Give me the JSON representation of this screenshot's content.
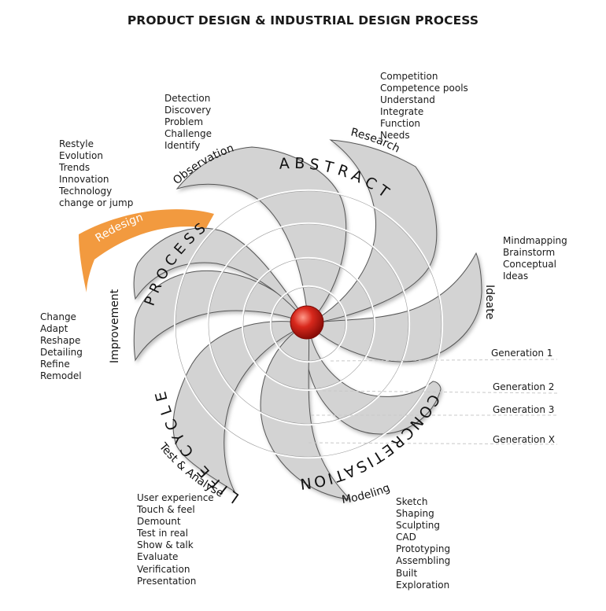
{
  "title": "PRODUCT DESIGN & INDUSTRIAL DESIGN PROCESS",
  "colors": {
    "blade_fill": "#d3d3d3",
    "blade_stroke": "#555555",
    "accent_orange": "#f29a3f",
    "hub_red": "#c8201a"
  },
  "phases": {
    "abstract": "ABSTRACT",
    "concretisation": "CONCRETISATION",
    "life_cycle": "LIFE CYCLE",
    "process": "PROCESS"
  },
  "steps": {
    "observation": "Observation",
    "research": "Research",
    "ideate": "Ideate",
    "modeling": "Modeling",
    "test": "Test & Analyse",
    "improvement": "Improvement",
    "redesign": "Redesign"
  },
  "lists": {
    "observation": [
      "Detection",
      "Discovery",
      "Problem",
      "Challenge",
      "Identify"
    ],
    "research": [
      "Competition",
      "Competence pools",
      "Understand",
      "Integrate",
      "Function",
      "Needs"
    ],
    "redesign": [
      "Restyle",
      "Evolution",
      "Trends",
      "Innovation",
      "Technology",
      "change or jump"
    ],
    "ideate": [
      "Mindmapping",
      "Brainstorm",
      "Conceptual",
      "Ideas"
    ],
    "improvement": [
      "Change",
      "Adapt",
      "Reshape",
      "Detailing",
      "Refine",
      "Remodel"
    ],
    "test": [
      "User experience",
      "Touch & feel",
      "Demount",
      "Test in real",
      "Show & talk",
      "Evaluate",
      "Verification",
      "Presentation"
    ],
    "modeling": [
      "Sketch",
      "Shaping",
      "Sculpting",
      "CAD",
      "Prototyping",
      "Assembling",
      "Built",
      "Exploration"
    ]
  },
  "generations": [
    "Generation 1",
    "Generation 2",
    "Generation 3",
    "Generation X"
  ]
}
